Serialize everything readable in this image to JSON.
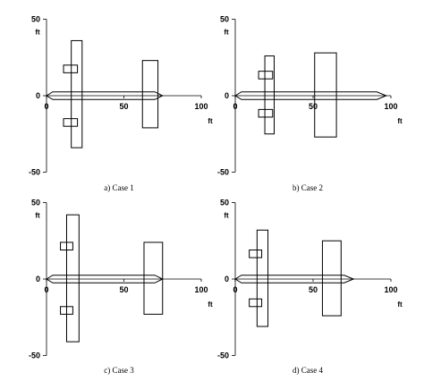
{
  "figure": {
    "x_unit": "ft",
    "y_unit": "ft",
    "x_ticks": [
      0,
      50,
      100
    ],
    "y_ticks": [
      50,
      0,
      -50
    ],
    "panels": [
      {
        "caption": "a) Case 1",
        "fuselage": {
          "x_start": 0,
          "x_end": 75,
          "half_width": 2.5,
          "nose_length": 4,
          "tail_length": 5
        },
        "wing": {
          "x_min": 16,
          "x_max": 23,
          "y_min": -34,
          "y_max": 36
        },
        "tail": {
          "x_min": 62,
          "x_max": 72,
          "y_min": -21,
          "y_max": 23
        },
        "engines": [
          {
            "x_min": 11,
            "x_max": 20,
            "y_min": 15,
            "y_max": 20
          },
          {
            "x_min": 11,
            "x_max": 20,
            "y_min": -20,
            "y_max": -15
          }
        ]
      },
      {
        "caption": "b) Case 2",
        "fuselage": {
          "x_start": 0,
          "x_end": 97,
          "half_width": 2.5,
          "nose_length": 4,
          "tail_length": 6
        },
        "wing": {
          "x_min": 19,
          "x_max": 25,
          "y_min": -25,
          "y_max": 26
        },
        "tail": {
          "x_min": 51,
          "x_max": 65,
          "y_min": -27,
          "y_max": 28
        },
        "engines": [
          {
            "x_min": 15,
            "x_max": 24,
            "y_min": 11,
            "y_max": 16
          },
          {
            "x_min": 15,
            "x_max": 24,
            "y_min": -14,
            "y_max": -9
          }
        ]
      },
      {
        "caption": "c) Case 3",
        "fuselage": {
          "x_start": 0,
          "x_end": 75,
          "half_width": 2.5,
          "nose_length": 4,
          "tail_length": 5
        },
        "wing": {
          "x_min": 13,
          "x_max": 21,
          "y_min": -41,
          "y_max": 42
        },
        "tail": {
          "x_min": 63,
          "x_max": 75,
          "y_min": -23,
          "y_max": 24
        },
        "engines": [
          {
            "x_min": 9,
            "x_max": 17,
            "y_min": 19,
            "y_max": 24
          },
          {
            "x_min": 9,
            "x_max": 17,
            "y_min": -23,
            "y_max": -18
          }
        ]
      },
      {
        "caption": "d) Case 4",
        "fuselage": {
          "x_start": 0,
          "x_end": 76,
          "half_width": 2.5,
          "nose_length": 4,
          "tail_length": 6
        },
        "wing": {
          "x_min": 14,
          "x_max": 21,
          "y_min": -31,
          "y_max": 32
        },
        "tail": {
          "x_min": 56,
          "x_max": 68,
          "y_min": -24,
          "y_max": 25
        },
        "engines": [
          {
            "x_min": 9,
            "x_max": 17,
            "y_min": 14,
            "y_max": 19
          },
          {
            "x_min": 9,
            "x_max": 17,
            "y_min": -18,
            "y_max": -13
          }
        ]
      }
    ]
  }
}
